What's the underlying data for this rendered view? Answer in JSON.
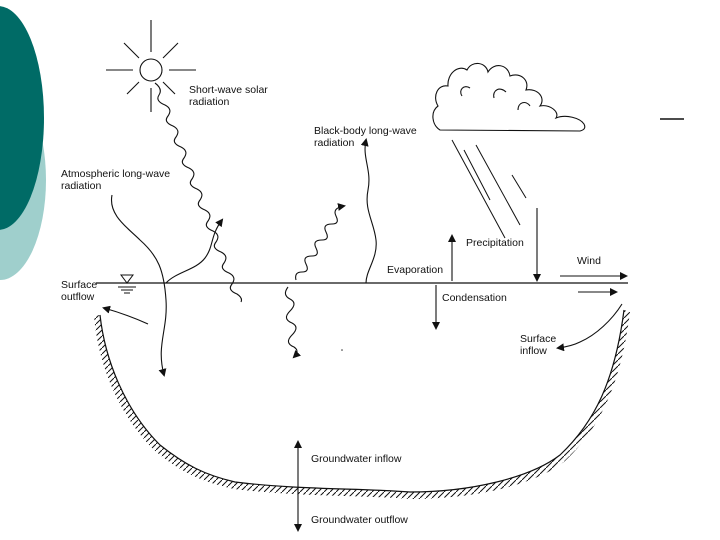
{
  "labels": {
    "solar": "Short-wave solar\nradiation",
    "blackbody": "Black-body long-wave\nradiation",
    "atmospheric": "Atmospheric long-wave\nradiation",
    "precipitation": "Precipitation",
    "wind": "Wind",
    "evaporation": "Evaporation",
    "condensation": "Condensation",
    "surface_outflow": "Surface\noutflow",
    "surface_inflow": "Surface\ninflow",
    "groundwater_inflow": "Groundwater inflow",
    "groundwater_outflow": "Groundwater outflow"
  },
  "colors": {
    "teal_dark": "#006b66",
    "teal_light": "#9fcfcc",
    "ink": "#111111"
  }
}
